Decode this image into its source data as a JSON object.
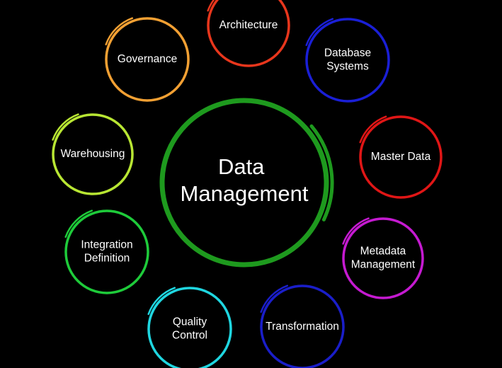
{
  "center": {
    "lines": [
      "Data",
      "Management"
    ],
    "color": "#1e9a1e"
  },
  "nodes": [
    {
      "key": "architecture",
      "lines": [
        "Architecture"
      ],
      "color": "#e8361c"
    },
    {
      "key": "database-systems",
      "lines": [
        "Database",
        "Systems"
      ],
      "color": "#1a1fd6"
    },
    {
      "key": "master-data",
      "lines": [
        "Master Data"
      ],
      "color": "#e01616"
    },
    {
      "key": "metadata-management",
      "lines": [
        "Metadata",
        "Management"
      ],
      "color": "#c51ad1"
    },
    {
      "key": "transformation",
      "lines": [
        "Transformation"
      ],
      "color": "#1a1ec9"
    },
    {
      "key": "quality-control",
      "lines": [
        "Quality",
        "Control"
      ],
      "color": "#1fd6e0"
    },
    {
      "key": "integration-definition",
      "lines": [
        "Integration",
        "Definition"
      ],
      "color": "#1ecb3a"
    },
    {
      "key": "warehousing",
      "lines": [
        "Warehousing"
      ],
      "color": "#b8e633"
    },
    {
      "key": "governance",
      "lines": [
        "Governance"
      ],
      "color": "#f2a033"
    }
  ]
}
